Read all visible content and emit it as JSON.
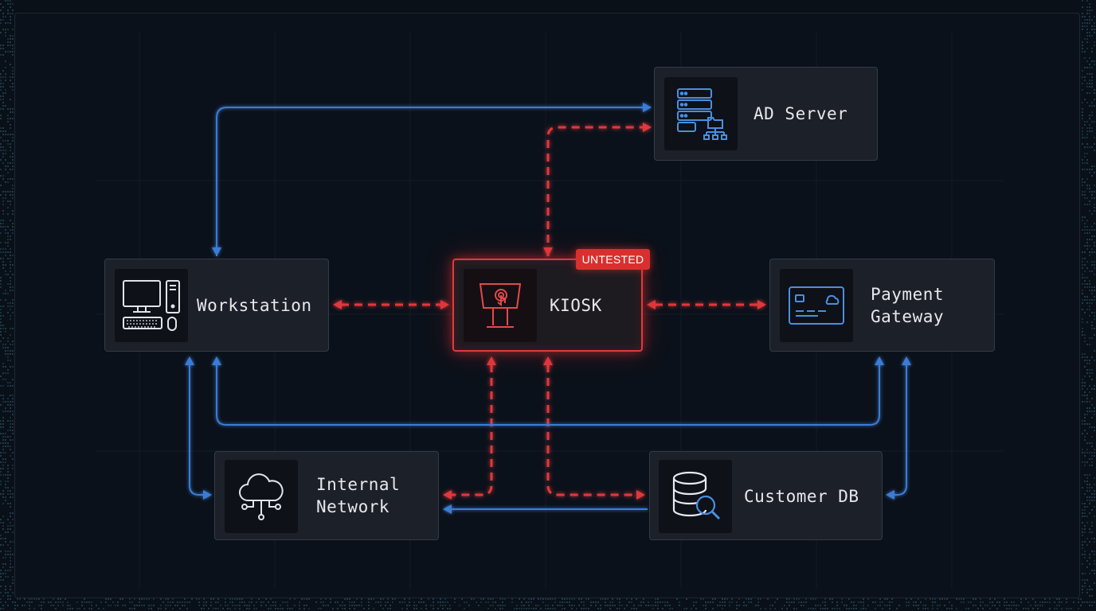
{
  "colors": {
    "background": "#0a1018",
    "node_fill": "#1c2028",
    "secure_link": "#3a7bd5",
    "risk_link": "#e0393c",
    "icon_blue": "#4a8fe0"
  },
  "nodes": {
    "ad_server": {
      "label": "AD Server",
      "icon": "server-directory-icon"
    },
    "workstation": {
      "label": "Workstation",
      "icon": "desktop-computer-icon"
    },
    "kiosk": {
      "label": "KIOSK",
      "icon": "touch-kiosk-icon",
      "badge": "UNTESTED"
    },
    "payment_gateway": {
      "label": "Payment\nGateway",
      "icon": "credit-card-icon"
    },
    "internal_network": {
      "label": "Internal\nNetwork",
      "icon": "cloud-network-icon"
    },
    "customer_db": {
      "label": "Customer DB",
      "icon": "database-search-icon"
    }
  },
  "links": [
    {
      "from": "workstation",
      "to": "ad_server",
      "style": "solid",
      "color": "blue"
    },
    {
      "from": "workstation",
      "to": "kiosk",
      "style": "dashed",
      "color": "red"
    },
    {
      "from": "kiosk",
      "to": "ad_server",
      "style": "dashed",
      "color": "red"
    },
    {
      "from": "kiosk",
      "to": "payment_gateway",
      "style": "dashed",
      "color": "red"
    },
    {
      "from": "kiosk",
      "to": "internal_network",
      "style": "dashed",
      "color": "red"
    },
    {
      "from": "kiosk",
      "to": "customer_db",
      "style": "dashed",
      "color": "red"
    },
    {
      "from": "workstation",
      "to": "payment_gateway",
      "style": "solid",
      "color": "blue"
    },
    {
      "from": "workstation",
      "to": "internal_network",
      "style": "solid",
      "color": "blue"
    },
    {
      "from": "customer_db",
      "to": "internal_network",
      "style": "solid",
      "color": "blue"
    },
    {
      "from": "payment_gateway",
      "to": "customer_db",
      "style": "solid",
      "color": "blue"
    }
  ]
}
